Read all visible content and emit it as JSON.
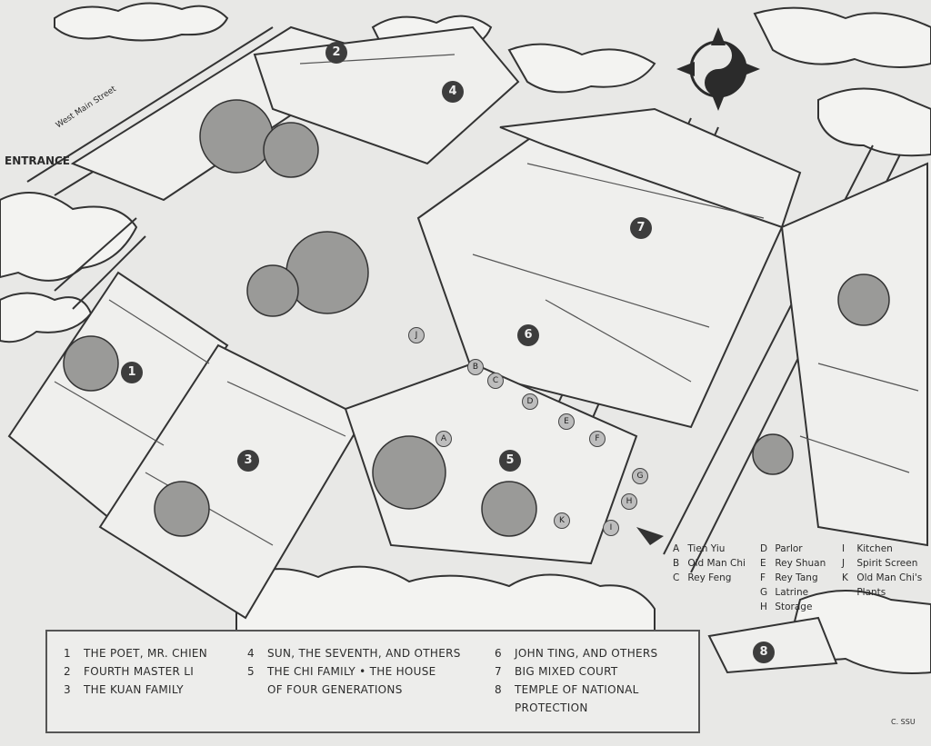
{
  "street_label": "West Main Street",
  "entrance_label": "ENTRANCE",
  "markers": [
    "1",
    "2",
    "3",
    "4",
    "5",
    "6",
    "7",
    "8"
  ],
  "small_markers": [
    "A",
    "B",
    "C",
    "D",
    "E",
    "F",
    "G",
    "H",
    "I",
    "J",
    "K"
  ],
  "legend": [
    {
      "num": "1",
      "text": "THE POET, MR. CHIEN"
    },
    {
      "num": "2",
      "text": "FOURTH MASTER LI"
    },
    {
      "num": "3",
      "text": "THE KUAN FAMILY"
    },
    {
      "num": "4",
      "text": "SUN, THE SEVENTH, AND OTHERS"
    },
    {
      "num": "5",
      "text": "THE CHI FAMILY • THE HOUSE",
      "text2": "OF FOUR GENERATIONS"
    },
    {
      "num": "6",
      "text": "JOHN TING, AND OTHERS"
    },
    {
      "num": "7",
      "text": "BIG MIXED COURT"
    },
    {
      "num": "8",
      "text": "TEMPLE OF NATIONAL",
      "text2": "PROTECTION"
    }
  ],
  "key": [
    {
      "letter": "A",
      "text": "Tien Yiu"
    },
    {
      "letter": "B",
      "text": "Old Man Chi"
    },
    {
      "letter": "C",
      "text": "Rey Feng"
    },
    {
      "letter": "D",
      "text": "Parlor"
    },
    {
      "letter": "E",
      "text": "Rey Shuan"
    },
    {
      "letter": "F",
      "text": "Rey Tang"
    },
    {
      "letter": "G",
      "text": "Latrine"
    },
    {
      "letter": "H",
      "text": "Storage"
    },
    {
      "letter": "I",
      "text": "Kitchen"
    },
    {
      "letter": "J",
      "text": "Spirit Screen"
    },
    {
      "letter": "K",
      "text": "Old Man Chi's",
      "text2": "Plants"
    }
  ],
  "signature": "C. SSU",
  "colors": {
    "paper": "#e8e8e6",
    "ink": "#2b2b2b",
    "marker": "#3d3d3d"
  }
}
